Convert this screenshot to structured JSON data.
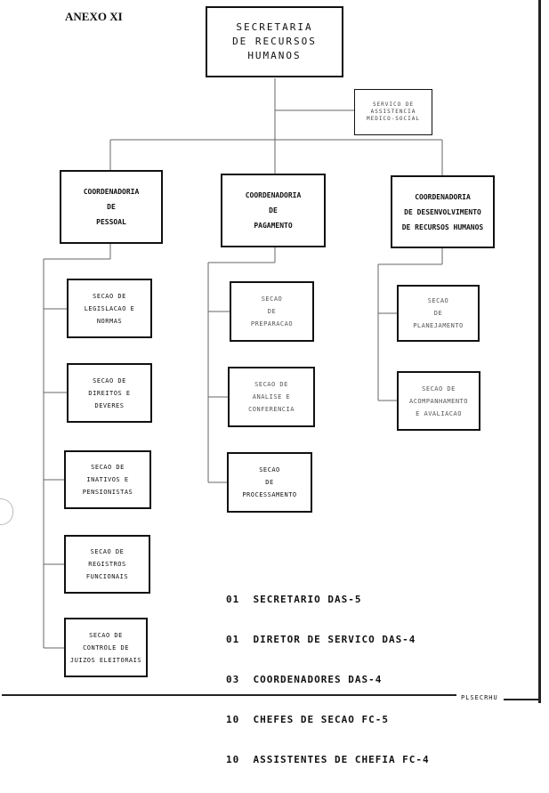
{
  "annex_label": "ANEXO XI",
  "top_box": [
    "SECRETARIA",
    "DE RECURSOS",
    "HUMANOS"
  ],
  "service_box": [
    "SERVICO DE",
    "ASSISTENCIA",
    "MEDICO-SOCIAL"
  ],
  "coordinations": [
    {
      "lines": [
        "COORDENADORIA",
        "DE",
        "PESSOAL"
      ]
    },
    {
      "lines": [
        "COORDENADORIA",
        "DE",
        "PAGAMENTO"
      ]
    },
    {
      "lines": [
        "COORDENADORIA",
        "DE DESENVOLVIMENTO",
        "DE RECURSOS HUMANOS"
      ]
    }
  ],
  "pessoal_sections": [
    {
      "lines": [
        "SECAO DE",
        "LEGISLACAO E",
        "NORMAS"
      ]
    },
    {
      "lines": [
        "SECAO DE",
        "DIREITOS E",
        "DEVERES"
      ]
    },
    {
      "lines": [
        "SECAO DE",
        "INATIVOS E",
        "PENSIONISTAS"
      ]
    },
    {
      "lines": [
        "SECAO DE",
        "REGISTROS",
        "FUNCIONAIS"
      ]
    },
    {
      "lines": [
        "SECAO DE",
        "CONTROLE DE",
        "JUIZOS ELEITORAIS"
      ]
    }
  ],
  "pagamento_sections": [
    {
      "lines": [
        "SECAO",
        "DE",
        "PREPARACAO"
      ]
    },
    {
      "lines": [
        "SECAO DE",
        "ANALISE E",
        "CONFERENCIA"
      ]
    },
    {
      "lines": [
        "SECAO",
        "DE",
        "PROCESSAMENTO"
      ]
    }
  ],
  "desenvolvimento_sections": [
    {
      "lines": [
        "SECAO",
        "DE",
        "PLANEJAMENTO"
      ]
    },
    {
      "lines": [
        "SECAO DE",
        "ACOMPANHAMENTO",
        "E AVALIACAO"
      ]
    }
  ],
  "legend": [
    "01  SECRETARIO DAS-5",
    "01  DIRETOR DE SERVICO DAS-4",
    "03  COORDENADORES DAS-4",
    "10  CHEFES DE SECAO FC-5",
    "10  ASSISTENTES DE CHEFIA FC-4"
  ],
  "footer_code": "PLSECRHU"
}
